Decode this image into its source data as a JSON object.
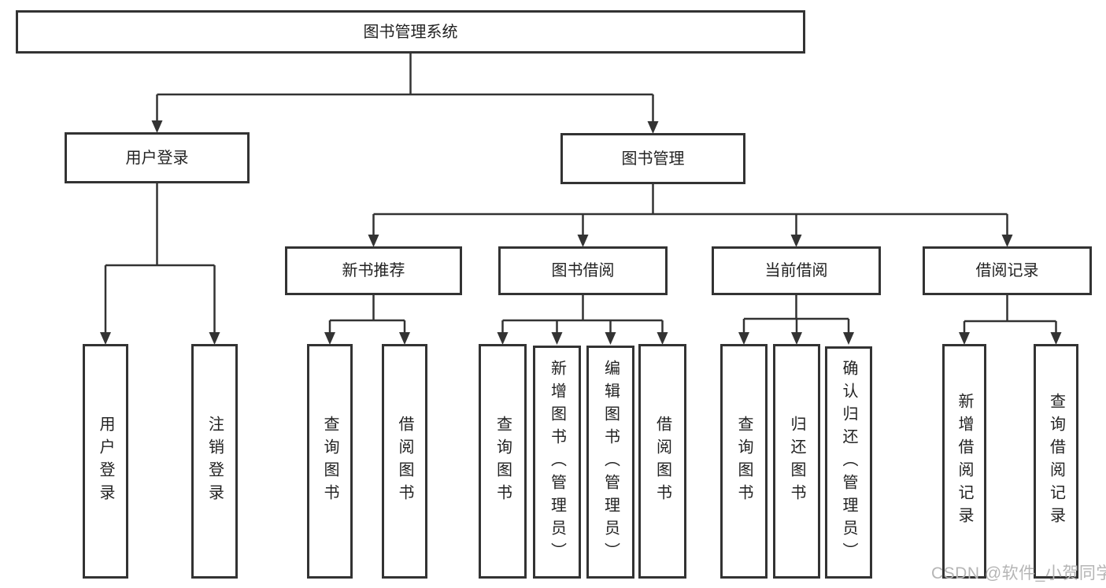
{
  "diagram": {
    "root": {
      "label": "图书管理系统"
    },
    "branches": [
      {
        "label": "用户登录",
        "children": [
          {
            "label": "用户登录"
          },
          {
            "label": "注销登录"
          }
        ]
      },
      {
        "label": "图书管理",
        "children": [
          {
            "label": "新书推荐",
            "children": [
              {
                "label": "查询图书"
              },
              {
                "label": "借阅图书"
              }
            ]
          },
          {
            "label": "图书借阅",
            "children": [
              {
                "label": "查询图书"
              },
              {
                "label": "新增图书（管理员）"
              },
              {
                "label": "编辑图书（管理员）"
              },
              {
                "label": "借阅图书"
              }
            ]
          },
          {
            "label": "当前借阅",
            "children": [
              {
                "label": "查询图书"
              },
              {
                "label": "归还图书"
              },
              {
                "label": "确认归还（管理员）"
              }
            ]
          },
          {
            "label": "借阅记录",
            "children": [
              {
                "label": "新增借阅记录"
              },
              {
                "label": "查询借阅记录"
              }
            ]
          }
        ]
      }
    ]
  },
  "watermark": {
    "text": "CSDN @软件_小贺同学"
  },
  "colors": {
    "line": "#333333",
    "box_border": "#333333",
    "text": "#222222",
    "watermark": "#b5b5b5",
    "background": "#ffffff"
  }
}
